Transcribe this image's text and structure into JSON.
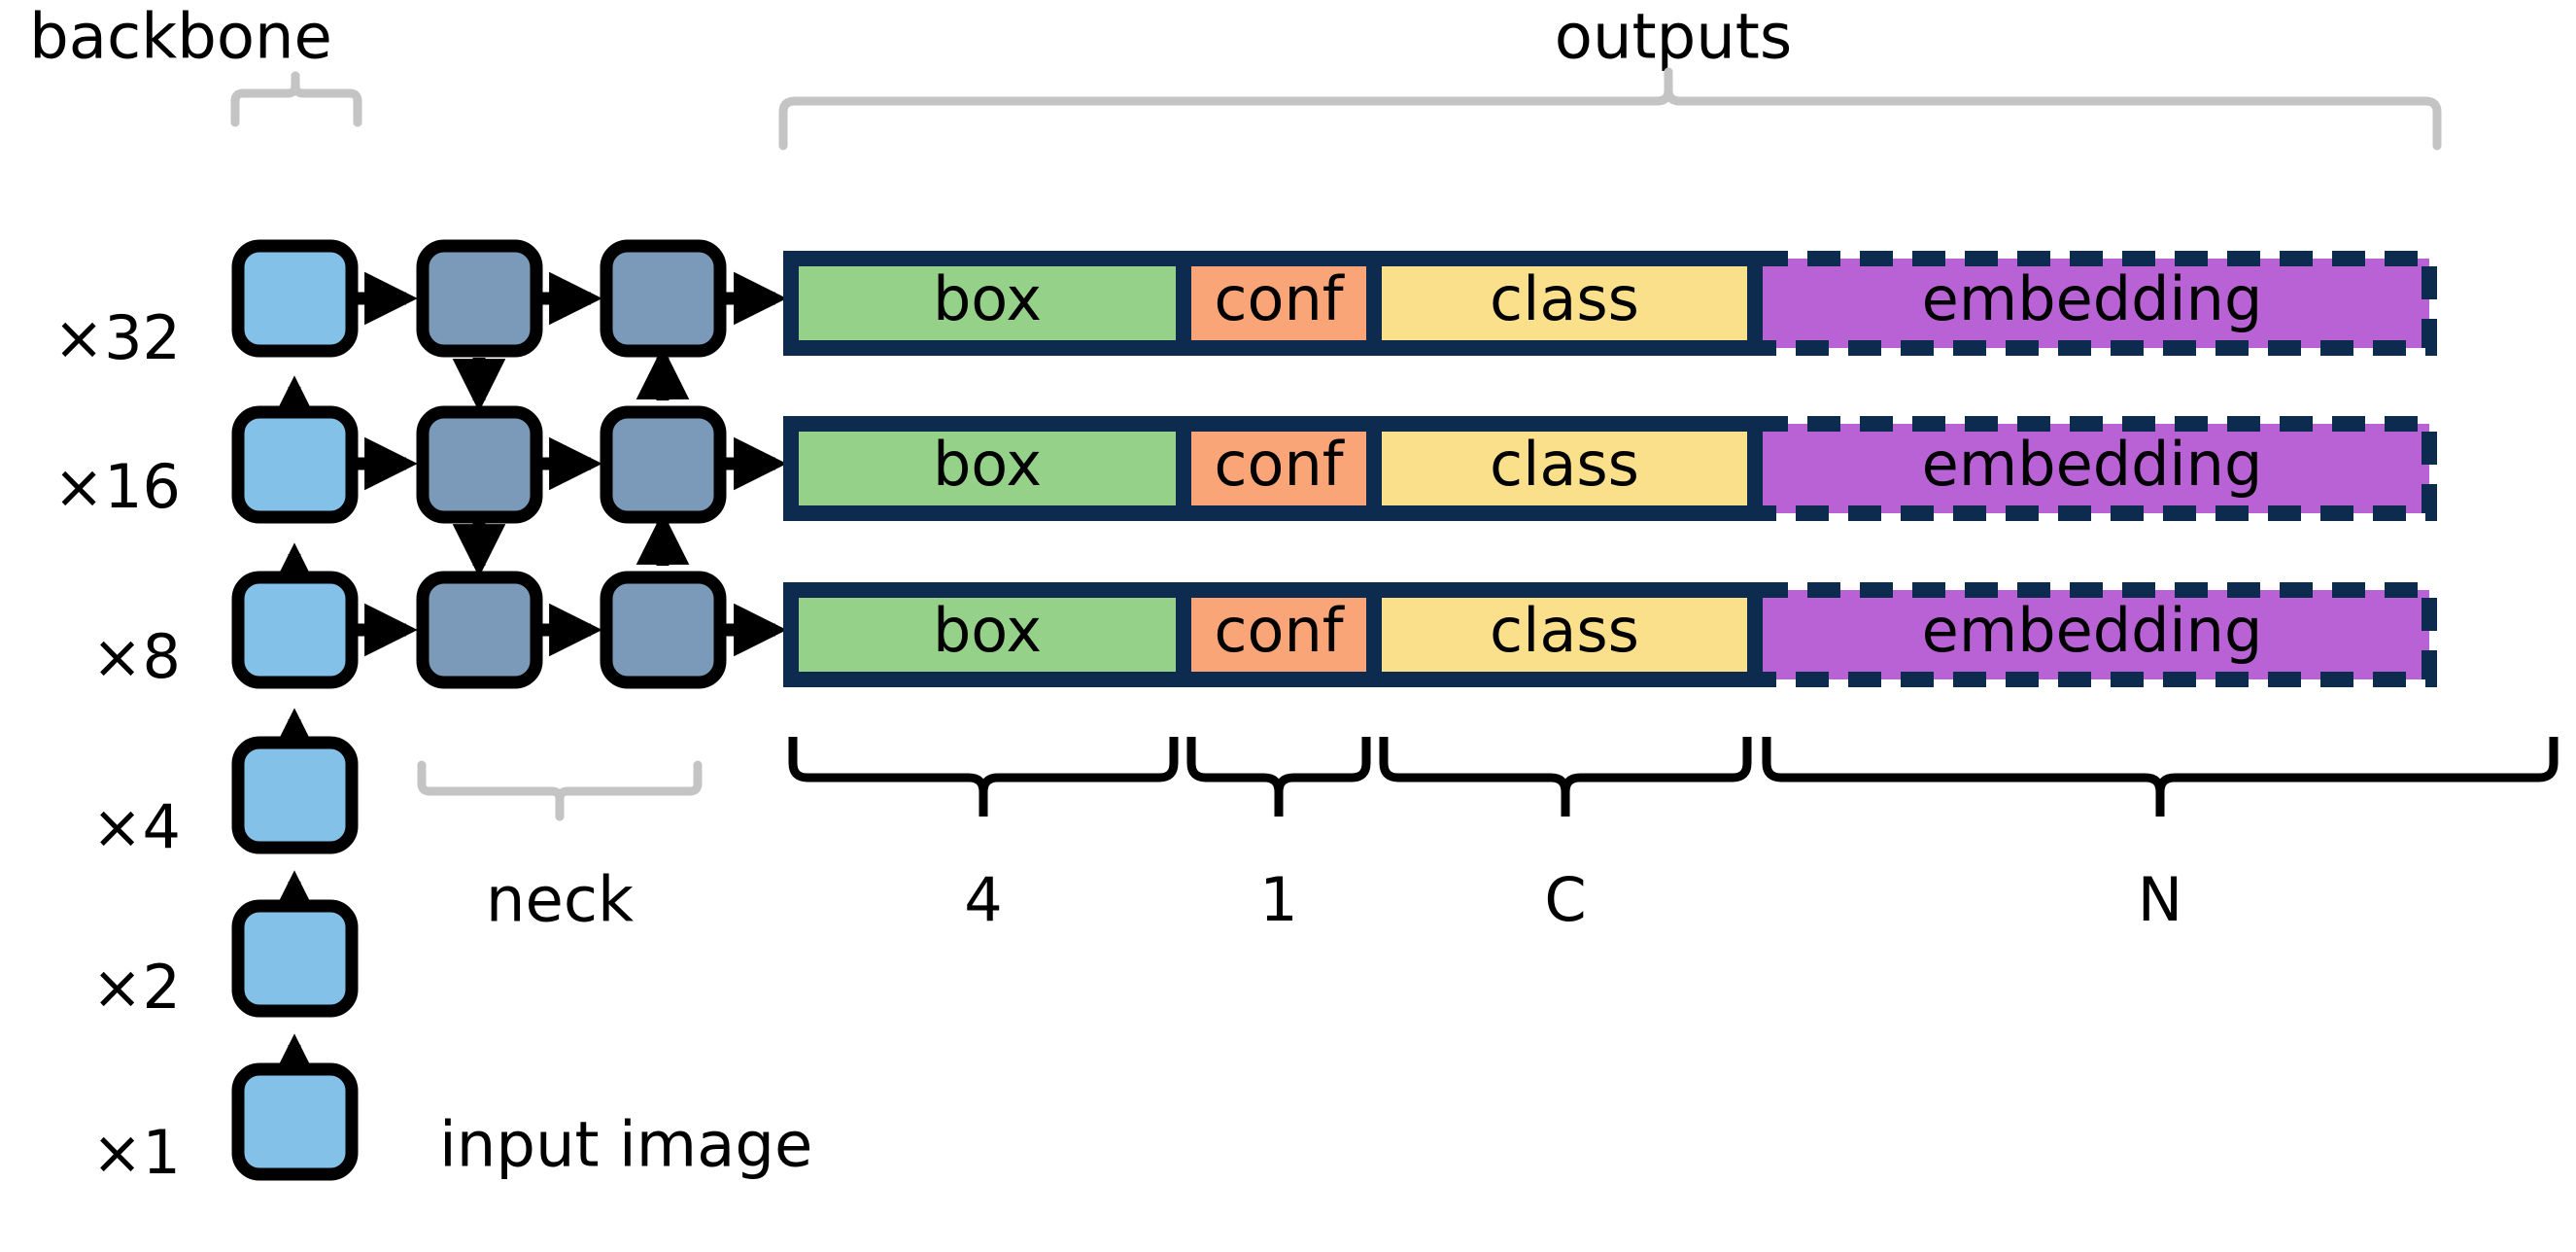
{
  "diagram": {
    "title": "object detection network architecture with embedding head",
    "group_labels": {
      "backbone": "backbone",
      "neck": "neck",
      "outputs": "outputs"
    },
    "input_label": "input image",
    "scale_labels": [
      "×32",
      "×16",
      "×8",
      "×4",
      "×2",
      "×1"
    ],
    "output_segments": [
      {
        "label": "box",
        "dim": "4",
        "color": "#96d18a",
        "dashed": false
      },
      {
        "label": "conf",
        "dim": "1",
        "color": "#f9a577",
        "dashed": false
      },
      {
        "label": "class",
        "dim": "C",
        "color": "#fbe08c",
        "dashed": false
      },
      {
        "label": "embedding",
        "dim": "N",
        "color": "#b962d6",
        "dashed": true
      }
    ],
    "output_rows": [
      {
        "scale": "×32"
      },
      {
        "scale": "×16"
      },
      {
        "scale": "×8"
      }
    ],
    "colors": {
      "backbone_block": "#84c1e8",
      "neck_block": "#7b99b8",
      "block_outline": "#000000",
      "output_frame": "#0c2b4e",
      "brace_gray": "#c4c4c4",
      "brace_black": "#000000",
      "background": "#ffffff",
      "box": "#96d18a",
      "conf": "#f9a577",
      "class": "#fbe08c",
      "embedding": "#b962d6"
    }
  }
}
